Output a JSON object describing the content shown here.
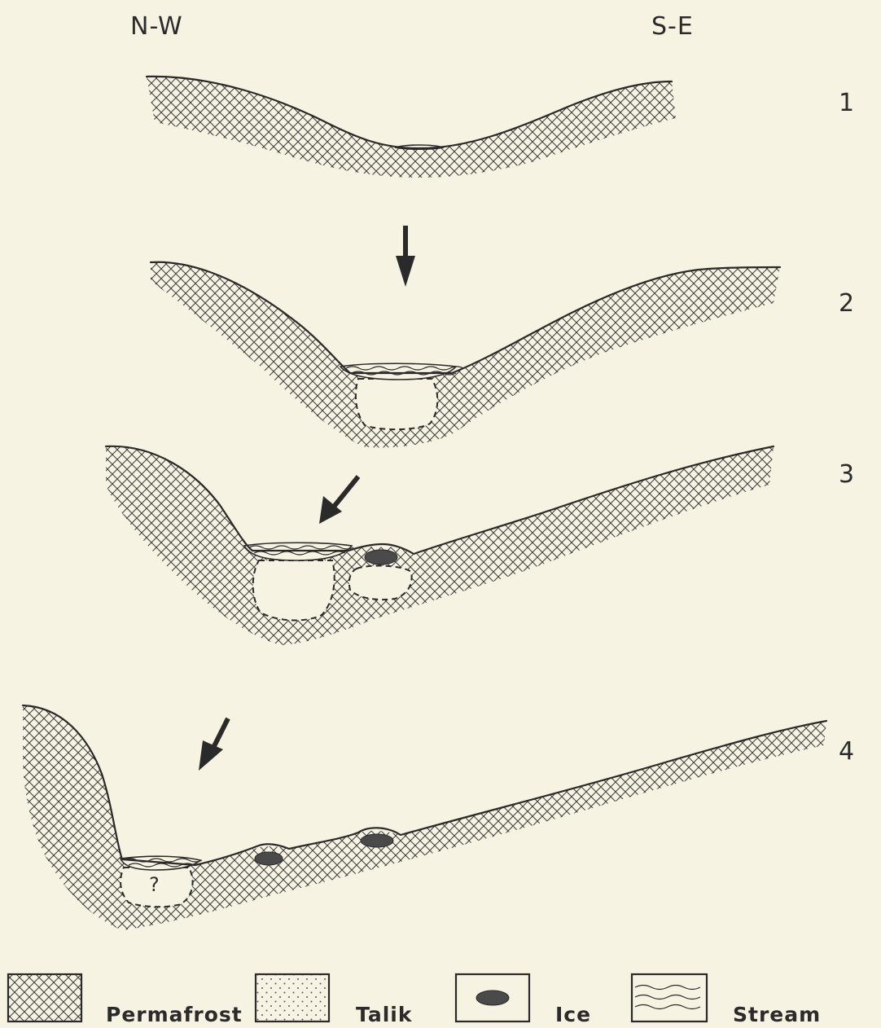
{
  "directions": {
    "left": "N-W",
    "right": "S-E"
  },
  "steps": [
    "1",
    "2",
    "3",
    "4"
  ],
  "unknown_marker": "?",
  "legend": {
    "permafrost": "Permafrost",
    "talik": "Talik",
    "ice": "Ice",
    "stream": "Stream"
  }
}
